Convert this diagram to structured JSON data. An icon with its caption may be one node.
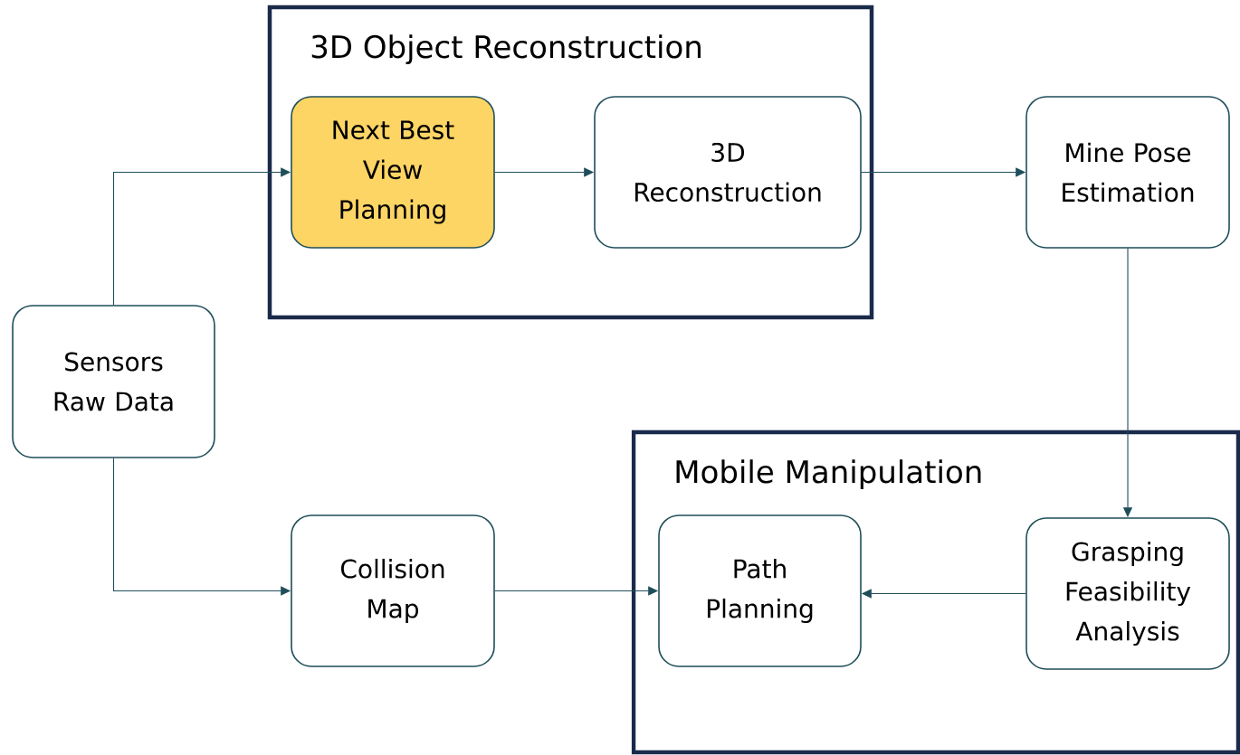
{
  "diagram": {
    "nodes": [
      {
        "text": [
          "Sensors Raw Data"
        ]
      },
      {
        "text": [
          "3D Object Reconstruction"
        ]
      },
      {
        "text": [
          "Next Best View Planning"
        ],
        "in": 1
      },
      {
        "text": [
          "3D Reconstruction"
        ],
        "in": 1
      },
      {
        "text": [
          "Mine Pose Estimation"
        ]
      },
      {
        "text": [
          "Collision Map"
        ]
      },
      {
        "text": [
          "Mobile Manipulation"
        ]
      },
      {
        "text": [
          "Path Planning"
        ],
        "in": 6
      },
      {
        "text": [
          "Grasping Feasibility Analysis"
        ],
        "in": 6
      }
    ],
    "edges": [
      {
        "from": 0,
        "to": 2,
        "arrow": "to"
      },
      {
        "from": 2,
        "to": 3,
        "arrow": "to"
      },
      {
        "from": 3,
        "to": 4,
        "arrow": "to"
      },
      {
        "from": 4,
        "to": 8,
        "arrow": "to"
      },
      {
        "from": 0,
        "to": 5,
        "arrow": "to"
      },
      {
        "from": 5,
        "to": 7,
        "arrow": "to"
      },
      {
        "from": 8,
        "to": 7,
        "arrow": "to"
      }
    ]
  }
}
